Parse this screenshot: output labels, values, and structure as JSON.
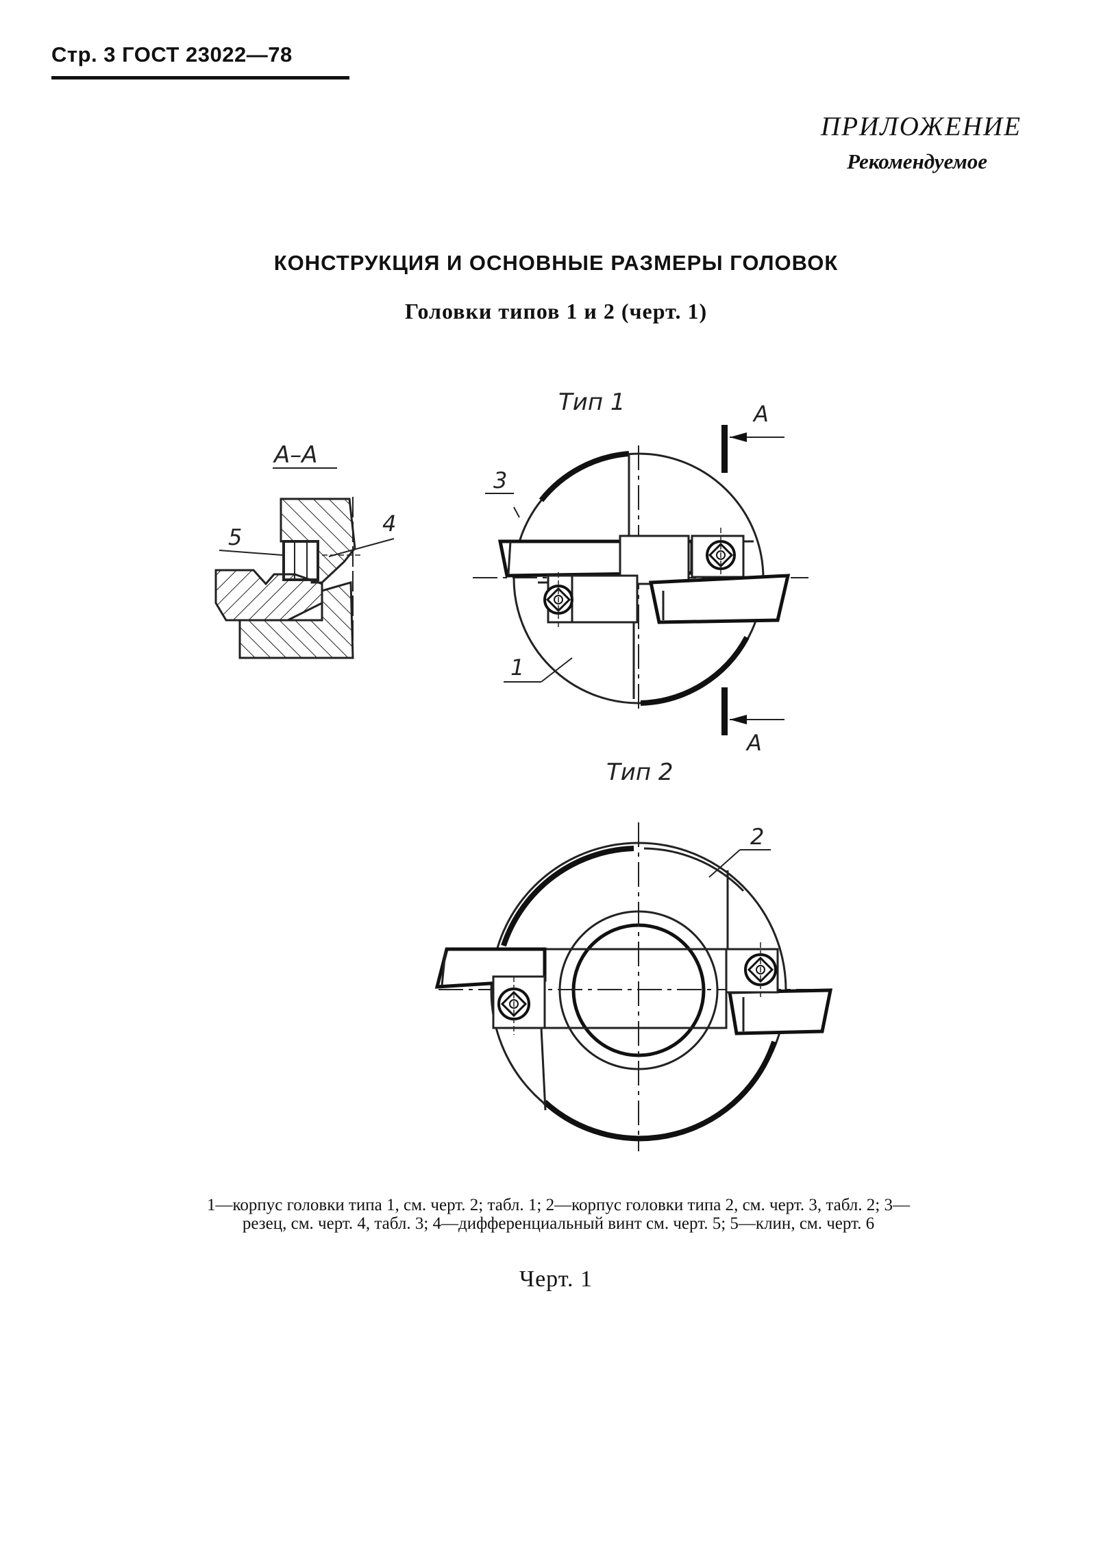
{
  "header": {
    "page_ref": "Стр. 3 ГОСТ 23022—78"
  },
  "appendix": {
    "title": "ПРИЛОЖЕНИЕ",
    "status": "Рекомендуемое"
  },
  "main_title": "КОНСТРУКЦИЯ И ОСНОВНЫЕ РАЗМЕРЫ ГОЛОВОК",
  "sub_title": "Головки типов 1 и 2 (черт. 1)",
  "drawing": {
    "section_label": "А–А",
    "type1_label": "Тип 1",
    "type2_label": "Тип 2",
    "cut_label_top": "А",
    "cut_label_bottom": "А",
    "callouts": {
      "c1": "1",
      "c2": "2",
      "c3": "3",
      "c4": "4",
      "c5": "5"
    }
  },
  "legend": "1—корпус головки типа 1, см. черт. 2; табл. 1; 2—корпус головки типа 2, см. черт. 3, табл. 2; 3—резец, см. черт. 4, табл. 3; 4—дифференциальный винт см. черт. 5; 5—клин, см. черт. 6",
  "figure_caption": "Черт. 1"
}
